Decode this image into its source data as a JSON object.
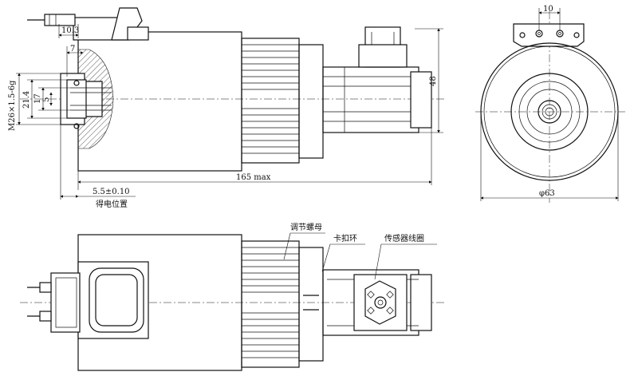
{
  "dimensions": {
    "pin_spacing": "10",
    "flange_offset": "10.3",
    "thread_depth": "7",
    "thread_spec": "M26×1.5-6g",
    "diameter_21_4": "21.4",
    "diameter_17": "17",
    "diameter_5": "5",
    "height_48": "48",
    "overall_length": "165 max",
    "stroke_position": "5.5±0.10",
    "stroke_position_caption": "得电位置",
    "outer_diameter": "φ63"
  },
  "callouts": {
    "adjusting_nut": "调节螺母",
    "snap_ring": "卡扣环",
    "sensor_coil": "传感器线圈"
  }
}
